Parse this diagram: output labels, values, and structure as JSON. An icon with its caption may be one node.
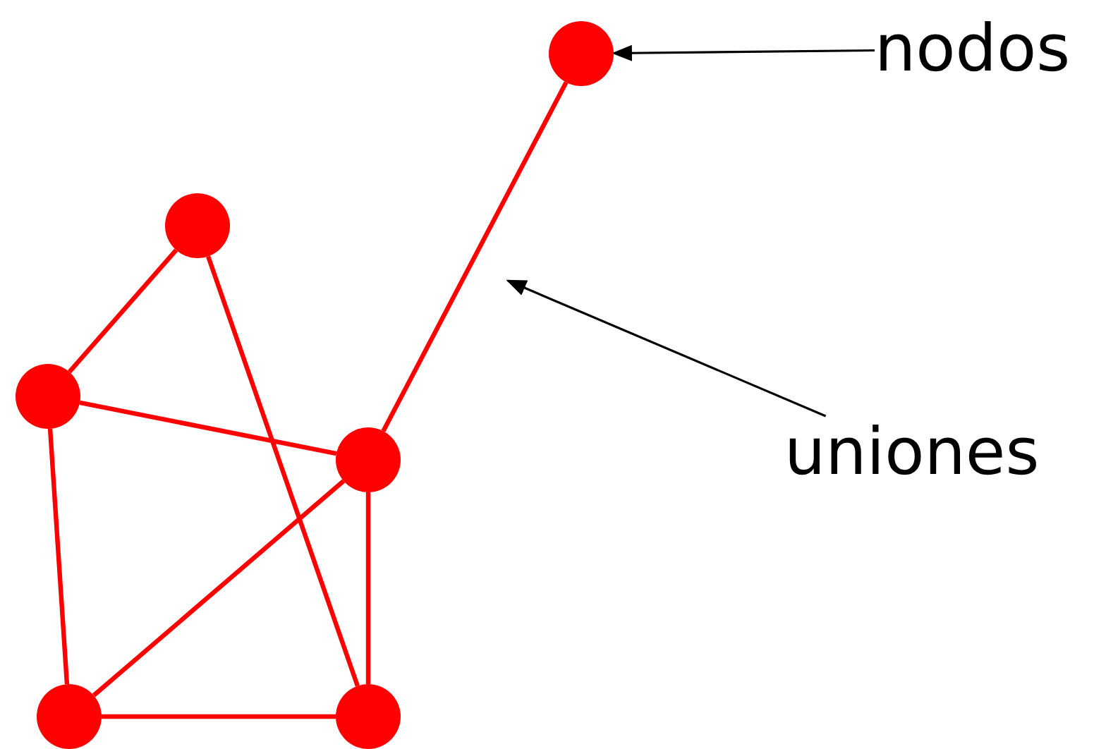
{
  "diagram": {
    "nodes": [
      {
        "text": [],
        "shape": "circle"
      },
      {
        "text": [],
        "shape": "circle"
      },
      {
        "text": [],
        "shape": "circle"
      },
      {
        "text": [],
        "shape": "circle"
      },
      {
        "text": [],
        "shape": "circle"
      },
      {
        "text": [],
        "shape": "circle"
      },
      {
        "text": [
          "nodos"
        ]
      },
      {
        "text": [
          "uniones"
        ]
      }
    ],
    "edges": [
      {
        "from": 0,
        "to": 3,
        "arrow": "none"
      },
      {
        "from": 1,
        "to": 2,
        "arrow": "none"
      },
      {
        "from": 1,
        "to": 5,
        "arrow": "none"
      },
      {
        "from": 2,
        "to": 3,
        "arrow": "none"
      },
      {
        "from": 2,
        "to": 4,
        "arrow": "none"
      },
      {
        "from": 3,
        "to": 4,
        "arrow": "none"
      },
      {
        "from": 3,
        "to": 5,
        "arrow": "none"
      },
      {
        "from": 4,
        "to": 5,
        "arrow": "none"
      },
      {
        "from": 6,
        "to": 0,
        "arrow": "to",
        "color": "#000000"
      },
      {
        "from": 7,
        "to": null,
        "arrow": "to",
        "color": "#000000"
      }
    ]
  }
}
